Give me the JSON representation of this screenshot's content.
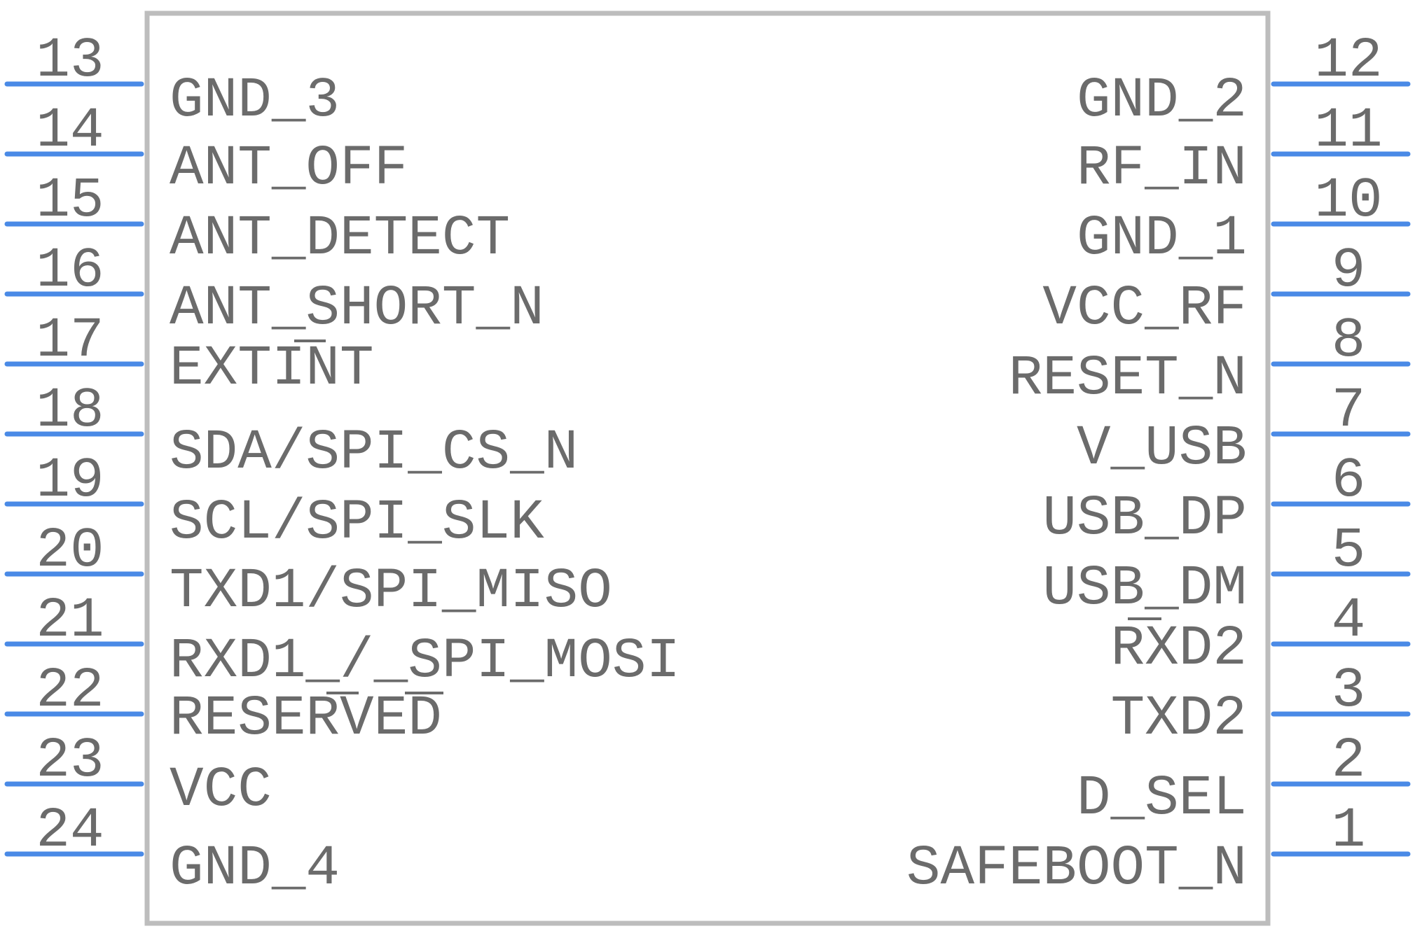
{
  "component": {
    "left_pins": [
      {
        "number": "13",
        "name": "GND_3"
      },
      {
        "number": "14",
        "name": "ANT_OFF"
      },
      {
        "number": "15",
        "name": "ANT_DETECT"
      },
      {
        "number": "16",
        "name": "ANT_SHORT_N"
      },
      {
        "number": "17",
        "name": "EXTINT"
      },
      {
        "number": "18",
        "name": "SDA/SPI_CS_N"
      },
      {
        "number": "19",
        "name": "SCL/SPI_SLK"
      },
      {
        "number": "20",
        "name": "TXD1/SPI_MISO"
      },
      {
        "number": "21",
        "name": "RXD1_/_SPI_MOSI"
      },
      {
        "number": "22",
        "name": "RESERVED"
      },
      {
        "number": "23",
        "name": "VCC"
      },
      {
        "number": "24",
        "name": "GND_4"
      }
    ],
    "right_pins": [
      {
        "number": "12",
        "name": "GND_2"
      },
      {
        "number": "11",
        "name": "RF_IN"
      },
      {
        "number": "10",
        "name": "GND_1"
      },
      {
        "number": "9",
        "name": "VCC_RF"
      },
      {
        "number": "8",
        "name": "RESET_N"
      },
      {
        "number": "7",
        "name": "V_USB"
      },
      {
        "number": "6",
        "name": "USB_DP"
      },
      {
        "number": "5",
        "name": "USB_DM"
      },
      {
        "number": "4",
        "name": "RXD2"
      },
      {
        "number": "3",
        "name": "TXD2"
      },
      {
        "number": "2",
        "name": "D_SEL"
      },
      {
        "number": "1",
        "name": "SAFEBOOT_N"
      }
    ],
    "colors": {
      "pin_line": "#4a8ae6",
      "text": "#6b6b6b",
      "body_outline": "#bdbdbd"
    }
  }
}
